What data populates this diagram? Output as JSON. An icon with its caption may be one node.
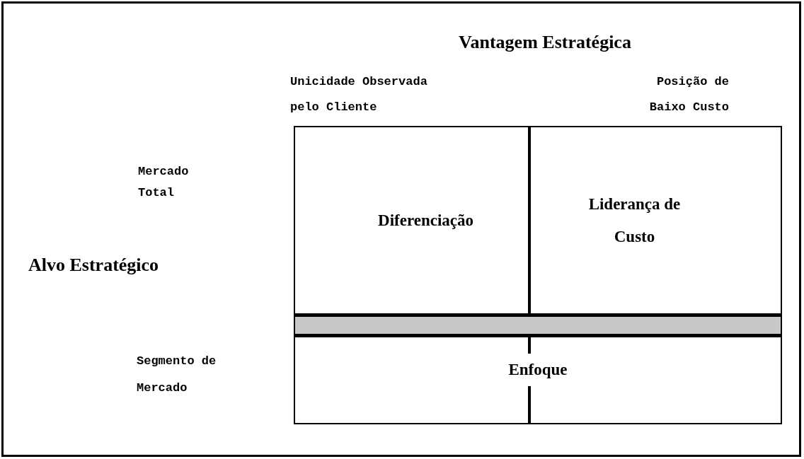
{
  "diagram": {
    "title": "Vantagem Estratégica",
    "nodes": [
      {
        "text": [
          "Diferenciação"
        ]
      },
      {
        "text": [
          "Liderança de Custo"
        ]
      },
      {
        "text": [
          "Enfoque"
        ]
      },
      {
        "text": [],
        "shape": "bar"
      }
    ],
    "labels": [
      "Unicidade Observada pelo Cliente",
      "Posição de Baixo Custo",
      "Mercado Total",
      "Alvo Estratégico",
      "Segmento de Mercado"
    ]
  }
}
